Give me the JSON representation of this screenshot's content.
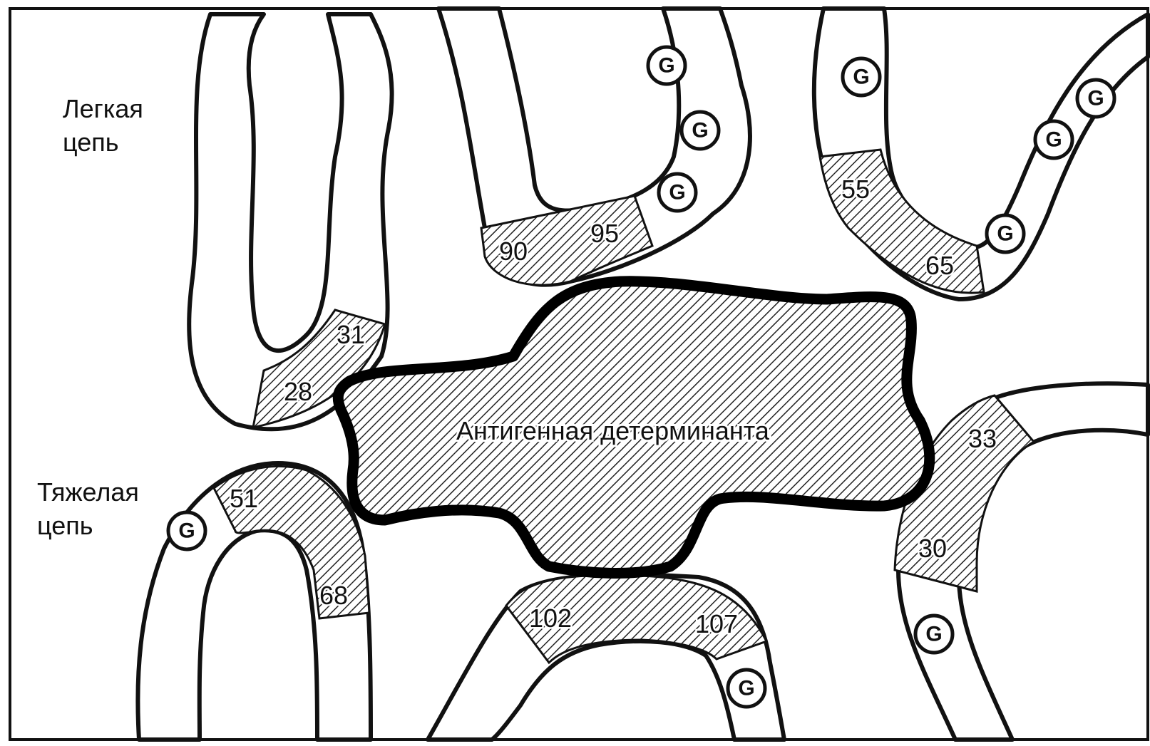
{
  "labels": {
    "light_chain": [
      "Легкая",
      "цепь"
    ],
    "heavy_chain": [
      "Тяжелая",
      "цепь"
    ],
    "antigen": "Антигенная детерминанта"
  },
  "residues": {
    "r28": "28",
    "r31": "31",
    "r90": "90",
    "r95": "95",
    "r55": "55",
    "r65": "65",
    "r51": "51",
    "r68": "68",
    "r102": "102",
    "r107": "107",
    "r33": "33",
    "r30": "30"
  },
  "glycine_marker": "G"
}
